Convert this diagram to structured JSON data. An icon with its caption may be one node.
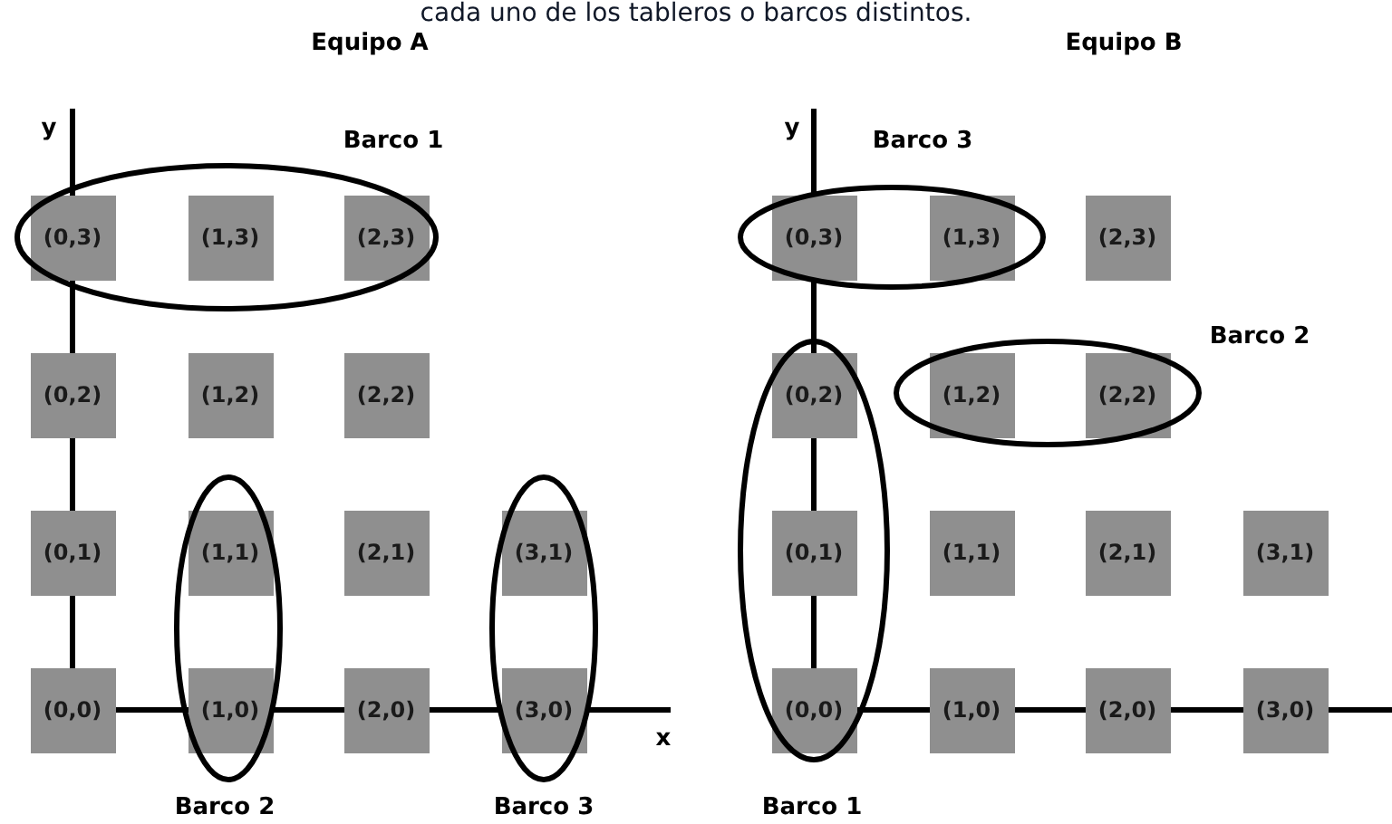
{
  "diagram": {
    "nodes": [
      {
        "text": [
          "(0,3)"
        ],
        "in": 14
      },
      {
        "text": [
          "(1,3)"
        ],
        "in": 14
      },
      {
        "text": [
          "(2,3)"
        ],
        "in": 14
      },
      {
        "text": [
          "(0,2)"
        ]
      },
      {
        "text": [
          "(1,2)"
        ]
      },
      {
        "text": [
          "(2,2)"
        ]
      },
      {
        "text": [
          "(0,1)"
        ]
      },
      {
        "text": [
          "(1,1)"
        ],
        "in": 15
      },
      {
        "text": [
          "(2,1)"
        ]
      },
      {
        "text": [
          "(3,1)"
        ],
        "in": 16
      },
      {
        "text": [
          "(0,0)"
        ]
      },
      {
        "text": [
          "(1,0)"
        ],
        "in": 15
      },
      {
        "text": [
          "(2,0)"
        ]
      },
      {
        "text": [
          "(3,0)"
        ],
        "in": 16
      },
      {
        "text": [],
        "shape": "ellipse",
        "beside": [
          "Barco 1"
        ]
      },
      {
        "text": [],
        "shape": "ellipse",
        "beside": [
          "Barco 2"
        ]
      },
      {
        "text": [],
        "shape": "ellipse",
        "beside": [
          "Barco 3"
        ]
      },
      {
        "text": [
          "(0,3)"
        ],
        "in": 31
      },
      {
        "text": [
          "(1,3)"
        ],
        "in": 31
      },
      {
        "text": [
          "(2,3)"
        ]
      },
      {
        "text": [
          "(0,2)"
        ],
        "in": 33
      },
      {
        "text": [
          "(1,2)"
        ],
        "in": 32
      },
      {
        "text": [
          "(2,2)"
        ],
        "in": 32
      },
      {
        "text": [
          "(0,1)"
        ],
        "in": 33
      },
      {
        "text": [
          "(1,1)"
        ]
      },
      {
        "text": [
          "(2,1)"
        ]
      },
      {
        "text": [
          "(3,1)"
        ]
      },
      {
        "text": [
          "(0,0)"
        ],
        "in": 33
      },
      {
        "text": [
          "(1,0)"
        ]
      },
      {
        "text": [
          "(2,0)"
        ]
      },
      {
        "text": [
          "(3,0)"
        ]
      },
      {
        "text": [],
        "shape": "ellipse",
        "beside": [
          "Barco 3"
        ]
      },
      {
        "text": [],
        "shape": "ellipse",
        "beside": [
          "Barco 2"
        ]
      },
      {
        "text": [],
        "shape": "ellipse",
        "beside": [
          "Barco 1"
        ]
      }
    ],
    "labels": [
      "cada uno de los tableros o barcos distintos.",
      "Equipo A",
      "Equipo B",
      "y",
      "x",
      "y"
    ]
  }
}
